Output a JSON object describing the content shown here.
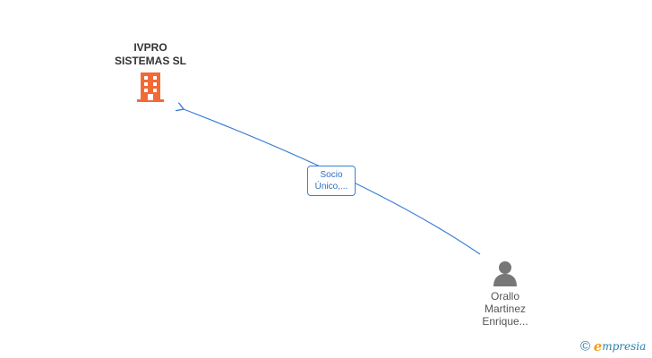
{
  "company": {
    "name": "IVPRO\nSISTEMAS SL",
    "icon": "building-icon",
    "color": "#f26a35"
  },
  "relation": {
    "label_line1": "Socio",
    "label_line2": "Único,...",
    "color": "#3a7fd6"
  },
  "person": {
    "name_line1": "Orallo",
    "name_line2": "Martinez",
    "name_line3": "Enrique...",
    "icon": "person-icon",
    "color": "#777777"
  },
  "brand": {
    "copyright_symbol": "©",
    "logo_initial": "e",
    "logo_rest": "mpresia"
  }
}
